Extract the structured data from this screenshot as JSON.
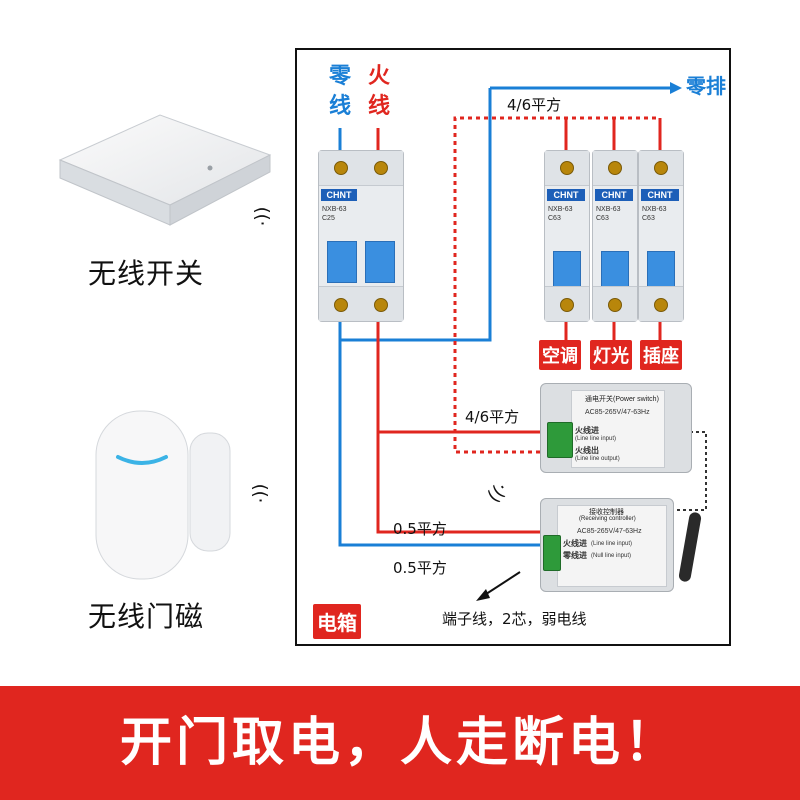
{
  "devices": {
    "switch_label": "无线开关",
    "door_sensor_label": "无线门磁"
  },
  "panel": {
    "neutral_label": "零线",
    "live_label": "火线",
    "neutral_bar_label": "零排",
    "box_label": "电箱",
    "wire_top": "4/6平方",
    "wire_mid": "4/6平方",
    "wire_small_1": "0.5平方",
    "wire_small_2": "0.5平方",
    "terminal_note": "端子线，2芯，弱电线",
    "loads": [
      "空调",
      "灯光",
      "插座"
    ],
    "breaker_brand": "CHNT",
    "main_breaker_model": "NXB-63",
    "main_breaker_rating": "C25",
    "branch_breaker_model": "NXB-63",
    "branch_breaker_rating": "C63",
    "power_switch_title": "通电开关(Power switch)",
    "power_switch_live_in": "火线进",
    "power_switch_live_in_en": "(Line line input)",
    "power_switch_live_out": "火线出",
    "power_switch_live_out_en": "(Line line output)",
    "power_switch_spec": "AC85-265V/47-63Hz",
    "receiver_title": "接收控制器",
    "receiver_title_en": "(Receiving controller)",
    "receiver_spec": "AC85-265V/47-63Hz",
    "receiver_live_in": "火线进",
    "receiver_live_in_en": "(Line line input)",
    "receiver_neutral_in": "零线进",
    "receiver_neutral_in_en": "(Null line input)"
  },
  "banner": {
    "text": "开门取电，人走断电！"
  },
  "colors": {
    "neutral": "#1a7fd6",
    "live": "#e0261f",
    "banner": "#e0261f"
  }
}
